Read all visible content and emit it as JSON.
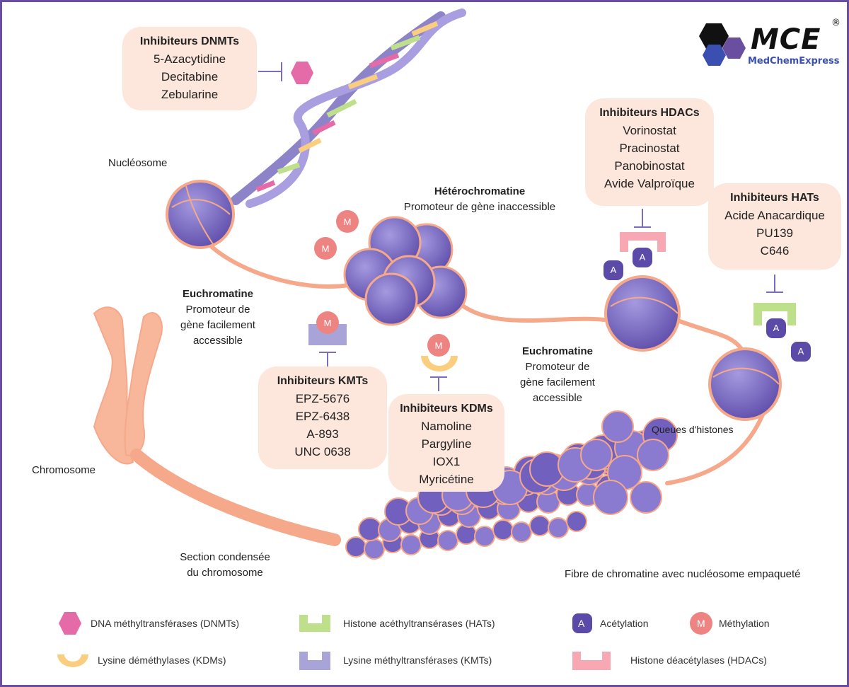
{
  "logo": {
    "brand": "MCE",
    "subtitle": "MedChemExpress",
    "registered": "®"
  },
  "inhibitors": {
    "dnmt": {
      "title": "Inhibiteurs DNMTs",
      "items": [
        "5-Azacytidine",
        "Decitabine",
        "Zebularine"
      ]
    },
    "hdac": {
      "title": "Inhibiteurs HDACs",
      "items": [
        "Vorinostat",
        "Pracinostat",
        "Panobinostat",
        "Avide Valproïque"
      ]
    },
    "hat": {
      "title": "Inhibiteurs HATs",
      "items": [
        "Acide Anacardique",
        "PU139",
        "C646"
      ]
    },
    "kmt": {
      "title": "Inhibiteurs KMTs",
      "items": [
        "EPZ-5676",
        "EPZ-6438",
        "A-893",
        "UNC 0638"
      ]
    },
    "kdm": {
      "title": "Inhibiteurs KDMs",
      "items": [
        "Namoline",
        "Pargyline",
        "IOX1",
        "Myricétine"
      ]
    }
  },
  "labels": {
    "nucleosome": "Nucléosome",
    "heterochromatin_title": "Hétérochromatine",
    "heterochromatin_desc": "Promoteur de gène inaccessible",
    "euchromatin_left_title": "Euchromatine",
    "euchromatin_left_desc": [
      "Promoteur de",
      "gène facilement",
      "accessible"
    ],
    "euchromatin_right_title": "Euchromatine",
    "euchromatin_right_desc": [
      "Promoteur de",
      "gène facilement",
      "accessible"
    ],
    "chromosome": "Chromosome",
    "histone_tails": "Queues d'histones",
    "condensed_section": [
      "Section condensée",
      "du chromosome"
    ],
    "chromatin_fiber": "Fibre de chromatine avec nucléosome empaqueté"
  },
  "marks": {
    "acetyl": "A",
    "methyl": "M"
  },
  "legend": [
    {
      "name": "dnmt",
      "label": "DNA méthyltransférases (DNMTs)"
    },
    {
      "name": "hat",
      "label": "Histone acéthyltransérases (HATs)"
    },
    {
      "name": "acetylation",
      "label": "Acétylation"
    },
    {
      "name": "methylation",
      "label": "Méthylation"
    },
    {
      "name": "kdm",
      "label": "Lysine déméthylases (KDMs)"
    },
    {
      "name": "kmt",
      "label": "Lysine méthyltransférases (KMTs)"
    },
    {
      "name": "hdac",
      "label": "Histone déacétylases (HDACs)"
    }
  ],
  "colors": {
    "border": "#6a4fa0",
    "box": "#fde6dc",
    "nucleosome": "#7d6cc4",
    "dna_strand": "#f5a88a",
    "dnmt": "#e56aa8",
    "hat": "#bfe08a",
    "kdm": "#fbcd7e",
    "kmt": "#a9a4d8",
    "hdac": "#f7a8b2",
    "acetyl": "#5b4aa8",
    "methyl": "#ee8482"
  }
}
